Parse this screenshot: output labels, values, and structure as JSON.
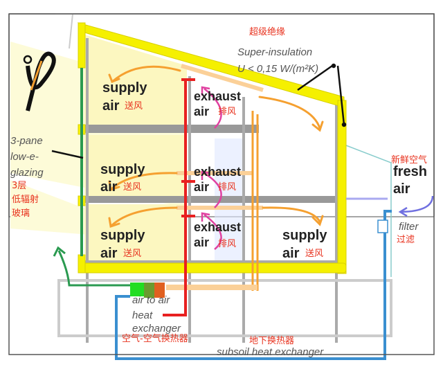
{
  "title_cn": "超级绝缘",
  "insulation": {
    "line1": "Super-insulation",
    "line2": "U < 0,15 W/(m²K)"
  },
  "glazing": {
    "line1": "3-pane",
    "line2": "low-e-",
    "line3": "glazing",
    "cn1": "3层",
    "cn2": "低辐射",
    "cn3": "玻璃"
  },
  "supply": {
    "word1": "supply",
    "word2": "air",
    "cn": "送风"
  },
  "exhaust": {
    "word1": "exhaust",
    "word2": "air",
    "cn": "排风"
  },
  "fresh": {
    "cn": "新鲜空气",
    "word1": "fresh",
    "word2": "air"
  },
  "filter": {
    "label": "filter",
    "cn": "过滤"
  },
  "heat_exchanger": {
    "line1": "air to air",
    "line2": "heat",
    "line3": "exchanger",
    "cn": "空气-空气换热器"
  },
  "subsoil": {
    "cn": "地下换热器",
    "label": "subsoil heat exchanger"
  },
  "colors": {
    "insulation": "#f5f000",
    "supply": "#f5a030",
    "exhaust": "#e82020",
    "fresh": "#7070e0",
    "subsoil": "#3a8fd0",
    "glazing": "#2a9a50",
    "label_cn": "#e8321e"
  }
}
